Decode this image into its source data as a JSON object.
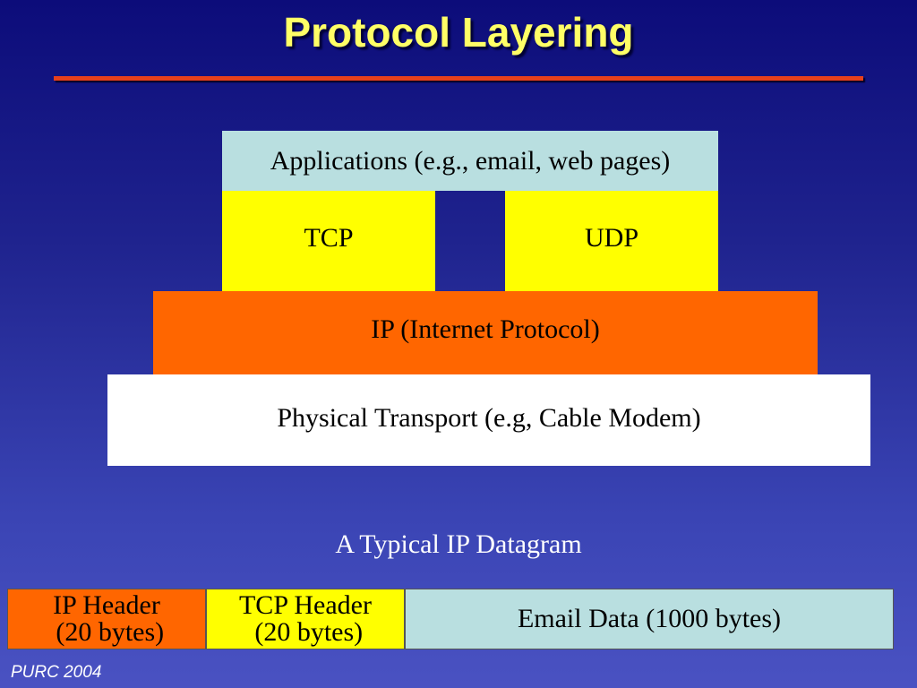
{
  "slide": {
    "title": "Protocol Layering",
    "footer": "PURC 2004",
    "colors": {
      "title_text": "#ffff66",
      "title_rule": "#e8401c",
      "background_top": "#0c0c7a",
      "background_bottom": "#4a52c2"
    }
  },
  "stack": {
    "applications": "Applications (e.g., email, web pages)",
    "tcp": "TCP",
    "udp": "UDP",
    "ip": "IP  (Internet Protocol)",
    "physical": "Physical Transport (e.g, Cable Modem)",
    "colors": {
      "applications": "#b9dfe0",
      "tcp": "#ffff00",
      "udp": "#ffff00",
      "ip": "#ff6600",
      "physical": "#ffffff"
    }
  },
  "datagram": {
    "caption": "A Typical IP Datagram",
    "ip_header": {
      "line1": "IP Header",
      "line2": " (20 bytes)"
    },
    "tcp_header": {
      "line1": "TCP Header",
      "line2": " (20 bytes)"
    },
    "email_data": "Email Data  (1000 bytes)",
    "colors": {
      "ip_header": "#ff6600",
      "tcp_header": "#ffff00",
      "email_data": "#b9dfe0"
    }
  }
}
